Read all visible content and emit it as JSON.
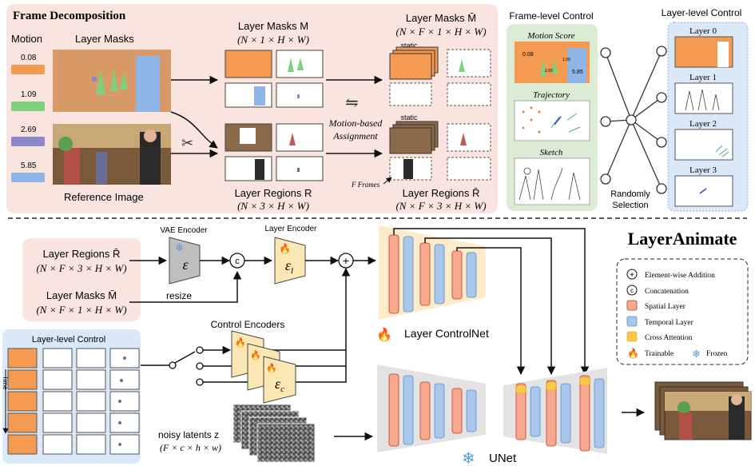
{
  "top": {
    "frame_decomposition": {
      "title": "Frame Decomposition",
      "motion_label": "Motion",
      "layer_masks_label": "Layer Masks",
      "reference_image_label": "Reference Image",
      "motion_values": [
        "0.08",
        "1.09",
        "2.69",
        "5.85"
      ],
      "motion_colors": [
        "#f59a52",
        "#7ed07e",
        "#8a88c8",
        "#8fb4e6"
      ],
      "masks_m_title": "Layer Masks M",
      "masks_m_dims": "(N × 1 × H × W)",
      "regions_r_title": "Layer Regions R",
      "regions_r_dims": "(N × 3 × H × W)",
      "assignment_label_1": "Motion-based",
      "assignment_label_2": "Assignment",
      "masks_mbar_title": "Layer Masks M̄",
      "masks_mbar_dims": "(N × F × 1 × H × W)",
      "regions_rbar_title": "Layer Regions R̄",
      "regions_rbar_dims": "(N × F × 3 × H × W)",
      "static_label_1": "static",
      "static_label_2": "static",
      "f_frames_label": "F Frames"
    },
    "frame_level_control": {
      "title": "Frame-level Control",
      "cards": [
        "Motion Score",
        "Trajectory",
        "Sketch"
      ],
      "score_values": [
        "0.08",
        "1.09",
        "2.69",
        "5.85"
      ]
    },
    "randomly_selection_1": "Randomly",
    "randomly_selection_2": "Selection",
    "layer_level_control": {
      "title": "Layer-level Control",
      "layers": [
        "Layer 0",
        "Layer 1",
        "Layer 2",
        "Layer 3"
      ]
    }
  },
  "bottom": {
    "brand": "LayerAnimate",
    "input_regions": "Layer Regions R̄",
    "input_regions_dims": "(N × F × 3 × H × W)",
    "input_masks": "Layer Masks M̄",
    "input_masks_dims": "(N × F × 1 × H × W)",
    "resize_label": "resize",
    "vae_encoder_label": "VAE Encoder",
    "vae_symbol": "ε",
    "concat_symbol": "c",
    "layer_encoder_label": "Layer Encoder",
    "layer_encoder_symbol": "ε",
    "layer_encoder_sub": "l",
    "add_symbol": "+",
    "control_encoders_label": "Control Encoders",
    "control_encoder_symbol": "ε",
    "control_encoder_sub": "c",
    "layer_controlnet_label": "Layer ControlNet",
    "unet_label": "UNet",
    "noisy_latents_label": "noisy latents z",
    "noisy_latents_dims": "(F × c × h × w)",
    "layer_level_control_title": "Layer-level Control",
    "time_label": "Time",
    "legend": {
      "items": [
        "Element-wise Addition",
        "Concatenation",
        "Spatial Layer",
        "Temporal Layer",
        "Cross Attention"
      ],
      "trainable": "Trainable",
      "frozen": "Frozen"
    },
    "colors": {
      "spatial": "#f6a98d",
      "temporal": "#a9c7ea",
      "cross_attention": "#f7c948",
      "trainable": "#ee5a24",
      "frozen": "#5b9bd5",
      "pink_bg": "#f9e4e0",
      "blue_bg": "#dbe8f7",
      "green_bg": "#dcebd3"
    }
  }
}
